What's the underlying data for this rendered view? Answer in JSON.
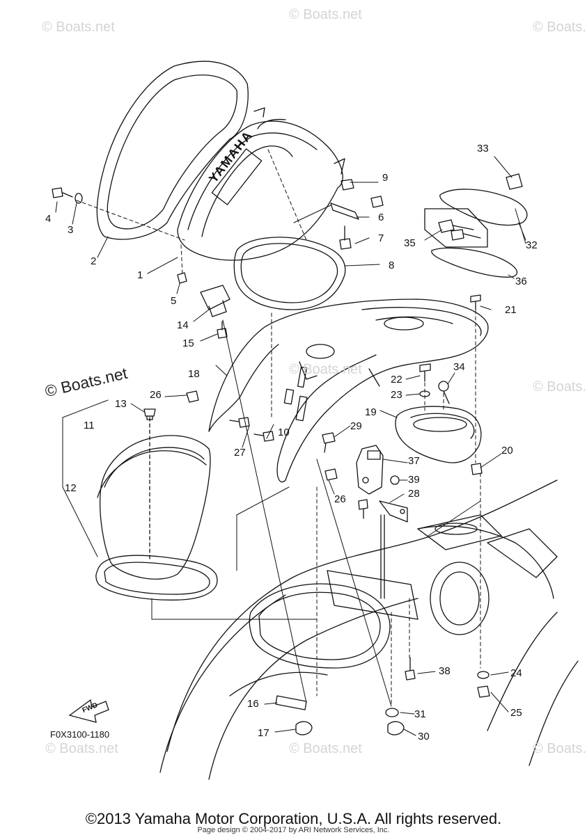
{
  "watermark": "© Boats.net",
  "diagram_code": "F0X3100-1180",
  "fwd_arrow_label": "FWD",
  "hood_logo_text": "YAMAHA",
  "copyright": "©2013 Yamaha Motor Corporation, U.S.A. All rights reserved.",
  "page_design": "Page design © 2004-2017 by ARI Network Services, Inc.",
  "part_numbers": {
    "p1": "1",
    "p2": "2",
    "p3": "3",
    "p4": "4",
    "p5": "5",
    "p6": "6",
    "p7": "7",
    "p8": "8",
    "p9": "9",
    "p10": "10",
    "p11": "11",
    "p12": "12",
    "p13": "13",
    "p14": "14",
    "p15": "15",
    "p16": "16",
    "p17": "17",
    "p18": "18",
    "p19": "19",
    "p20": "20",
    "p21": "21",
    "p22": "22",
    "p23": "23",
    "p24": "24",
    "p25": "25",
    "p26a": "26",
    "p26b": "26",
    "p27": "27",
    "p28": "28",
    "p29": "29",
    "p30": "30",
    "p31": "31",
    "p32": "32",
    "p33": "33",
    "p34": "34",
    "p35": "35",
    "p36": "36",
    "p37": "37",
    "p38": "38",
    "p39": "39"
  }
}
